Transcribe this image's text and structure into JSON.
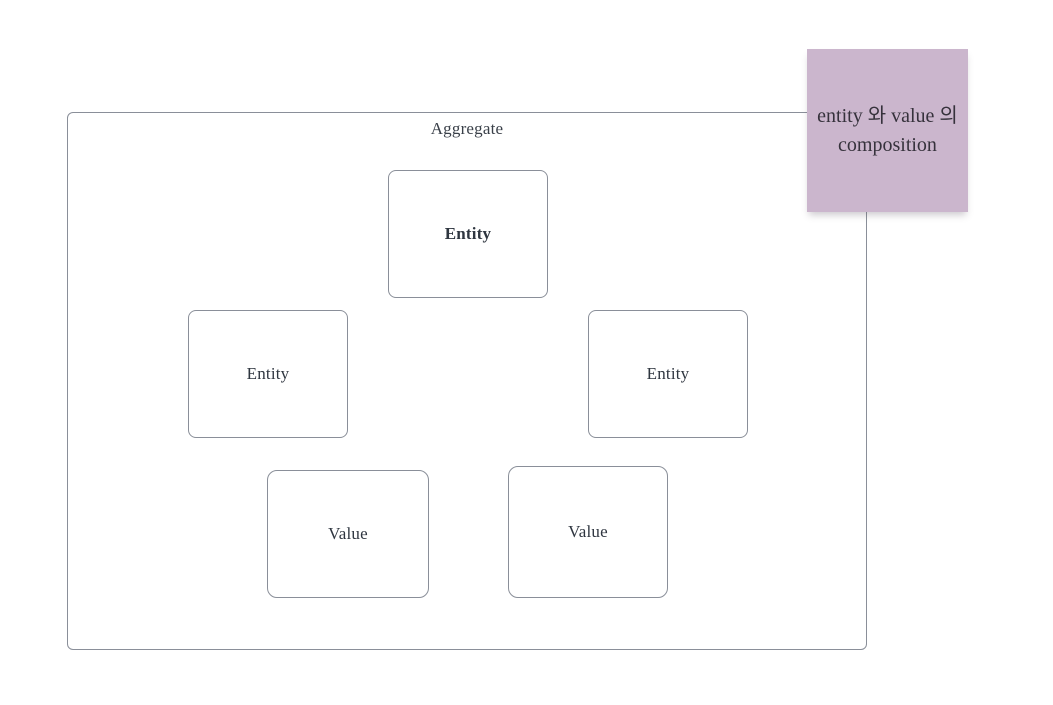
{
  "canvas": {
    "background": "#ffffff",
    "border_color": "#8a8f99",
    "text_color": "#2f3640"
  },
  "aggregate": {
    "title": "Aggregate",
    "nodes": [
      {
        "label": "Entity",
        "kind": "entity",
        "emphasis": true
      },
      {
        "label": "Entity",
        "kind": "entity",
        "emphasis": false
      },
      {
        "label": "Entity",
        "kind": "entity",
        "emphasis": false
      },
      {
        "label": "Value",
        "kind": "value",
        "emphasis": false
      },
      {
        "label": "Value",
        "kind": "value",
        "emphasis": false
      }
    ]
  },
  "sticky_note": {
    "text": "entity 와 value 의 composition",
    "background": "#cbb6cd",
    "text_color": "#36323c"
  }
}
